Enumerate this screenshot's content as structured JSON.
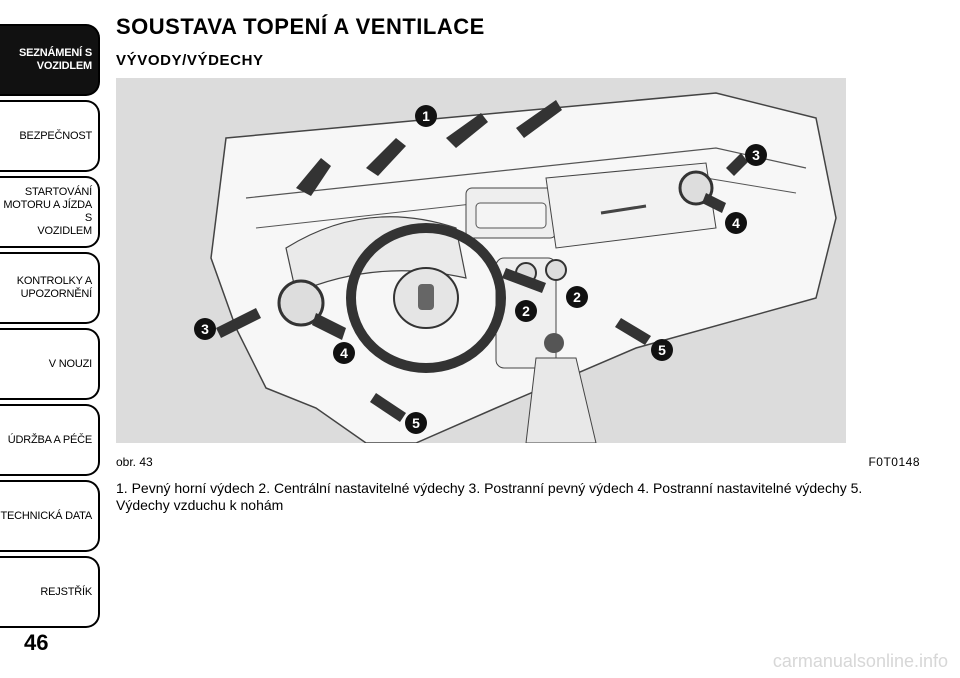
{
  "sidebar": {
    "items": [
      {
        "label": "SEZNÁMENÍ S\nVOZIDLEM",
        "active": true
      },
      {
        "label": "BEZPEČNOST",
        "active": false
      },
      {
        "label": "STARTOVÁNÍ\nMOTORU A JÍZDA S\nVOZIDLEM",
        "active": false
      },
      {
        "label": "KONTROLKY A\nUPOZORNĚNÍ",
        "active": false
      },
      {
        "label": "V NOUZI",
        "active": false
      },
      {
        "label": "ÚDRŽBA A PÉČE",
        "active": false
      },
      {
        "label": "TECHNICKÁ DATA",
        "active": false
      },
      {
        "label": "REJSTŘÍK",
        "active": false
      }
    ]
  },
  "page_number": "46",
  "title": "SOUSTAVA TOPENÍ A VENTILACE",
  "subtitle": "VÝVODY/VÝDECHY",
  "figure": {
    "ref": "obr. 43",
    "code": "F0T0148",
    "markers": [
      "1",
      "2",
      "2",
      "3",
      "3",
      "4",
      "4",
      "5",
      "5"
    ]
  },
  "legend": "1. Pevný horní výdech 2. Centrální nastavitelné výdechy 3. Postranní pevný výdech 4. Postranní nastavitelné výdechy 5. Výdechy vzduchu k nohám",
  "watermark": "carmanualsonline.info",
  "colors": {
    "active_tab": "#111111",
    "figure_bg": "#dcdcdc",
    "marker": "#111111"
  }
}
